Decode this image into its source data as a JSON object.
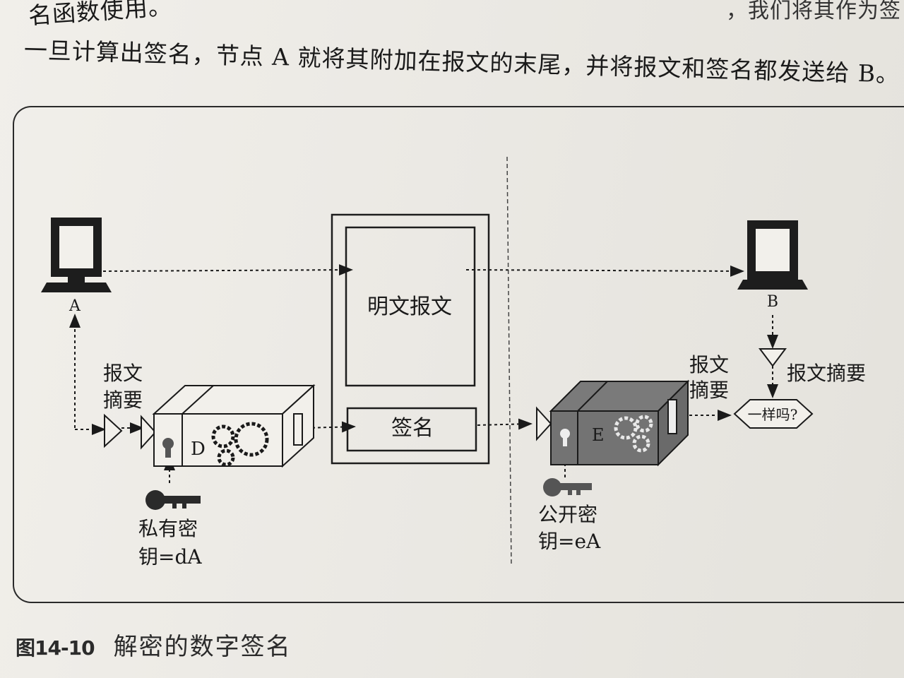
{
  "page": {
    "line1": "名函数使用。",
    "line1_right": "，我们将其作为签",
    "line2": "一旦计算出签名，节点 A 就将其附加在报文的末尾，并将报文和签名都发送给 B。"
  },
  "figure": {
    "number": "图14-10",
    "title": "解密的数字签名"
  },
  "diagram": {
    "node_a": "A",
    "node_b": "B",
    "plaintext": "明文报文",
    "signature": "签名",
    "digest_left": [
      "报文",
      "摘要"
    ],
    "digest_mid": [
      "报文",
      "摘要"
    ],
    "digest_right": "报文摘要",
    "box_d": "D",
    "box_e": "E",
    "private_key": [
      "私有密",
      "钥=dA"
    ],
    "public_key": [
      "公开密",
      "钥=eA"
    ],
    "compare": "一样吗?"
  }
}
